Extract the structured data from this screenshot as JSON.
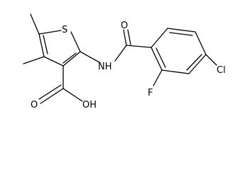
{
  "molecule": {
    "atoms": {
      "s": "S",
      "nh": "NH",
      "o_amide": "O",
      "o_acid": "O",
      "oh": "OH",
      "f": "F",
      "cl": "Cl"
    }
  },
  "colors": {
    "bond": "#000000",
    "text": "#000000",
    "background": "#ffffff"
  }
}
